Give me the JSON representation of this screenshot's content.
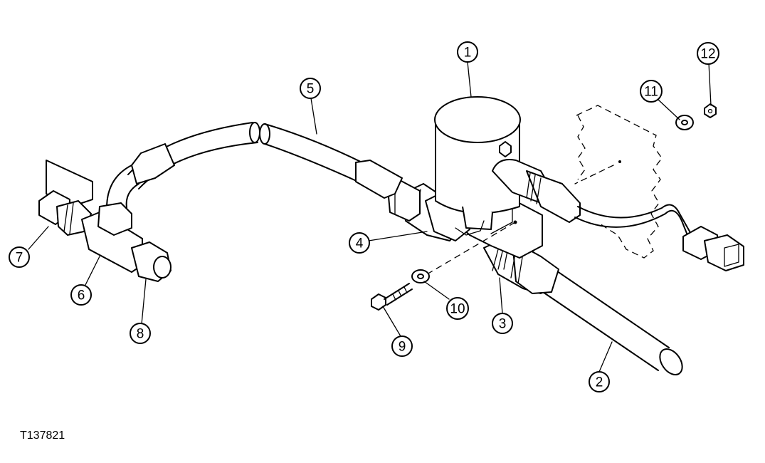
{
  "figure_id": "T137821",
  "callouts": [
    {
      "id": "callout-1",
      "label": "1"
    },
    {
      "id": "callout-2",
      "label": "2"
    },
    {
      "id": "callout-3",
      "label": "3"
    },
    {
      "id": "callout-4",
      "label": "4"
    },
    {
      "id": "callout-5",
      "label": "5"
    },
    {
      "id": "callout-6",
      "label": "6"
    },
    {
      "id": "callout-7",
      "label": "7"
    },
    {
      "id": "callout-8",
      "label": "8"
    },
    {
      "id": "callout-9",
      "label": "9"
    },
    {
      "id": "callout-10",
      "label": "10"
    },
    {
      "id": "callout-11",
      "label": "11"
    },
    {
      "id": "callout-12",
      "label": "12"
    }
  ]
}
